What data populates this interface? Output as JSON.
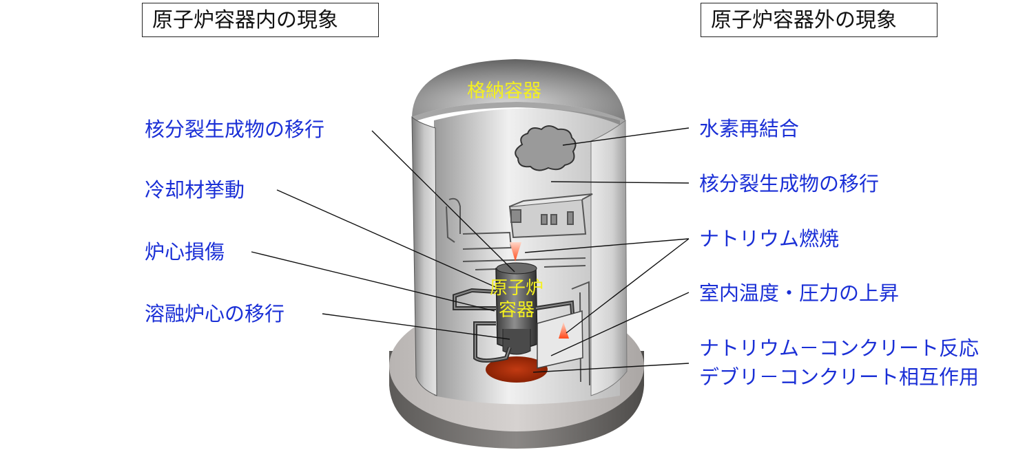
{
  "headings": {
    "inside": "原子炉容器内の現象",
    "outside": "原子炉容器外の現象"
  },
  "left_labels": [
    "核分裂生成物の移行",
    "冷却材挙動",
    "炉心損傷",
    "溶融炉心の移行"
  ],
  "right_labels": [
    "水素再結合",
    "核分裂生成物の移行",
    "ナトリウム燃焼",
    "室内温度・圧力の上昇",
    "ナトリウム－コンクリート反応",
    "デブリ－コンクリート相互作用"
  ],
  "diagram": {
    "containment_label": "格納容器",
    "vessel_label_line1": "原子炉",
    "vessel_label_line2": "容器"
  },
  "colors": {
    "label_blue": "#1a2fd6",
    "yellow": "#f4f020",
    "debris": "#b5300a",
    "flame": "#ff5a2a"
  }
}
